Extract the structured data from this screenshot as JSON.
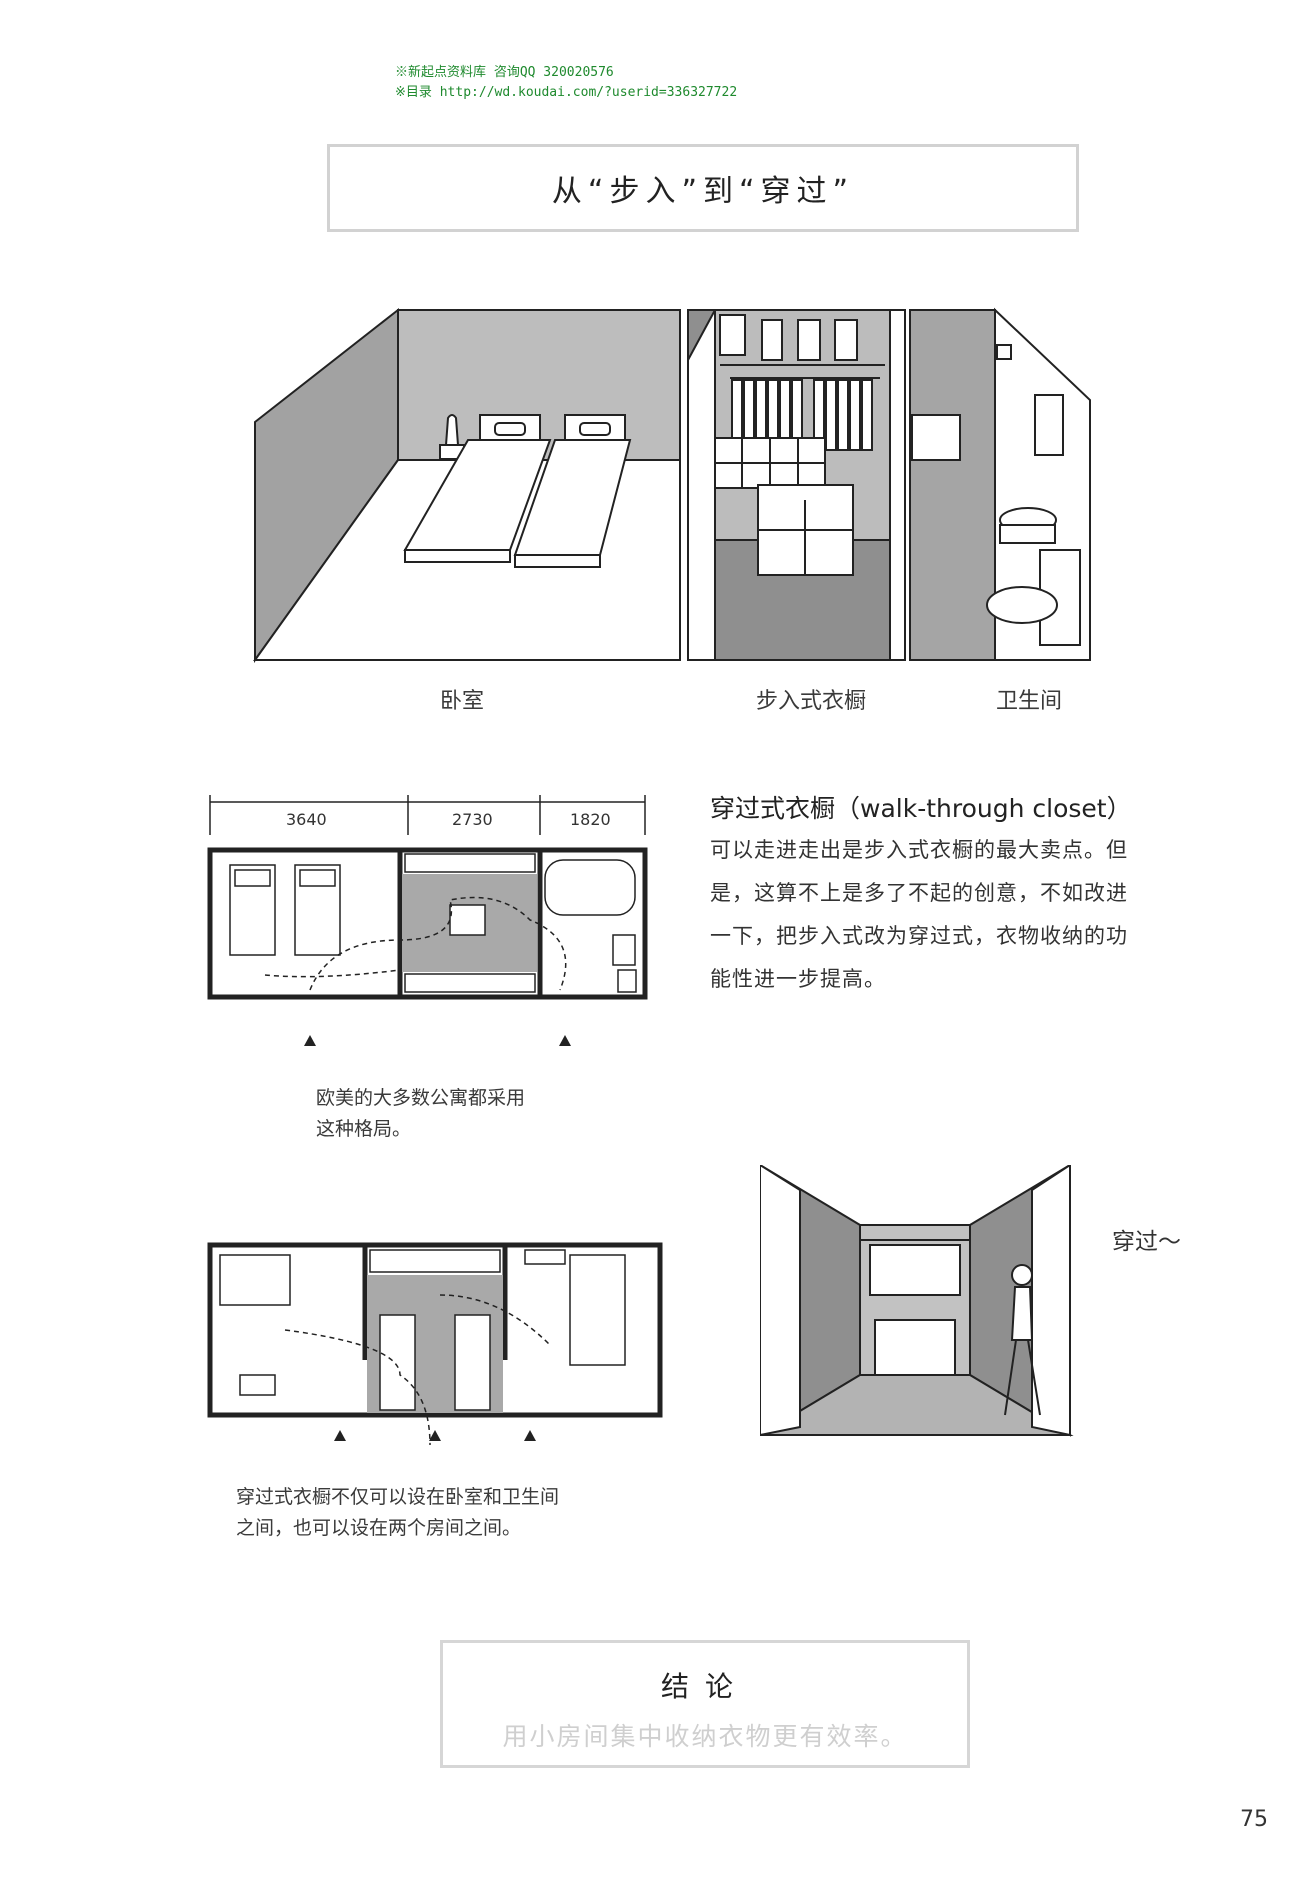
{
  "header": {
    "line1": "※新起点资料库 咨询QQ 320020576",
    "line2_label": "※目录",
    "line2_url": "http://wd.koudai.com/?userid=336327722"
  },
  "title": "从“步入”到“穿过”",
  "illustration_labels": {
    "bedroom": "卧室",
    "walkin_closet": "步入式衣橱",
    "bathroom": "卫生间"
  },
  "floorplan1": {
    "dims": [
      "3640",
      "2730",
      "1820"
    ],
    "caption": [
      "欧美的大多数公寓都采用",
      "这种格局。"
    ]
  },
  "section": {
    "heading": "穿过式衣橱（walk-through closet）",
    "body": [
      "可以走进走出是步入式衣橱的最大卖点。但",
      "是，这算不上是多了不起的创意，不如改进",
      "一下，把步入式改为穿过式，衣物收纳的功",
      "能性进一步提高。"
    ]
  },
  "illustration2": {
    "speech": "穿过～"
  },
  "floorplan2": {
    "caption": [
      "穿过式衣橱不仅可以设在卧室和卫生间",
      "之间，也可以设在两个房间之间。"
    ]
  },
  "conclusion": {
    "title": "结论",
    "body": "用小房间集中收纳衣物更有效率。"
  },
  "page_number": "75",
  "colors": {
    "header_green": "#1f8a2e",
    "box_border": "#d2d2d2",
    "floor_gray": "#a9a9a9"
  }
}
